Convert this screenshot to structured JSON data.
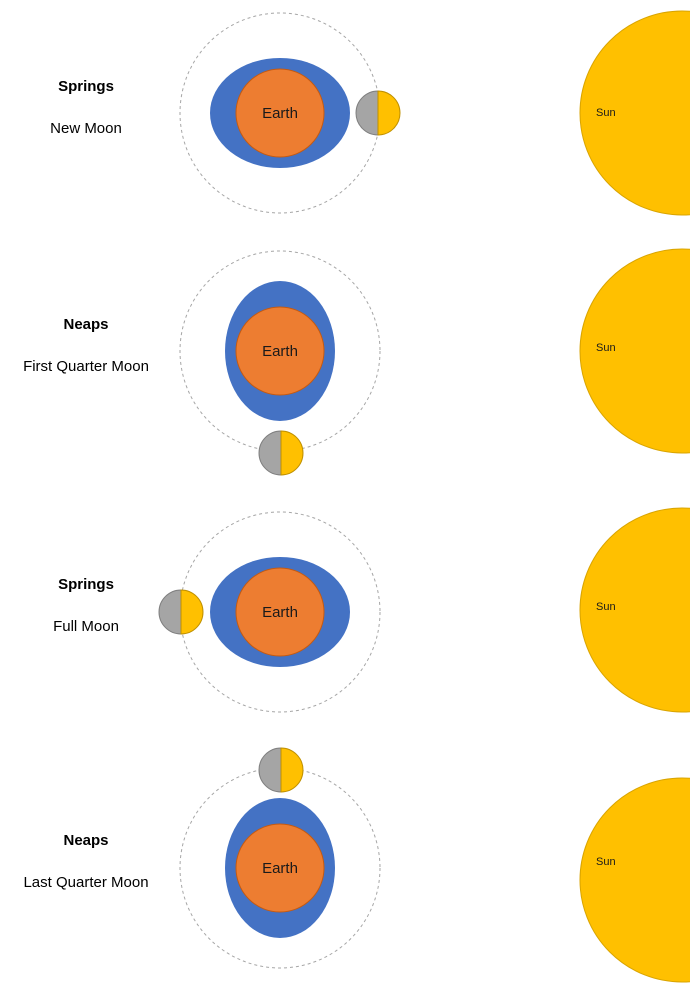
{
  "colors": {
    "tide_bulge": "#4472c4",
    "earth": "#ed7d31",
    "sun": "#ffc000",
    "moon_dark": "#a5a5a5",
    "moon_lit": "#ffc000",
    "orbit": "#a6a6a6"
  },
  "panels": [
    {
      "tide": "Springs",
      "phase": "New Moon",
      "earth_label": "Earth",
      "sun_label": "Sun",
      "moon_position": "right",
      "bulge_orientation": "horizontal"
    },
    {
      "tide": "Neaps",
      "phase": "First Quarter Moon",
      "earth_label": "Earth",
      "sun_label": "Sun",
      "moon_position": "bottom",
      "bulge_orientation": "vertical"
    },
    {
      "tide": "Springs",
      "phase": "Full Moon",
      "earth_label": "Earth",
      "sun_label": "Sun",
      "moon_position": "left",
      "bulge_orientation": "horizontal"
    },
    {
      "tide": "Neaps",
      "phase": "Last Quarter Moon",
      "earth_label": "Earth",
      "sun_label": "Sun",
      "moon_position": "top",
      "bulge_orientation": "vertical"
    }
  ]
}
